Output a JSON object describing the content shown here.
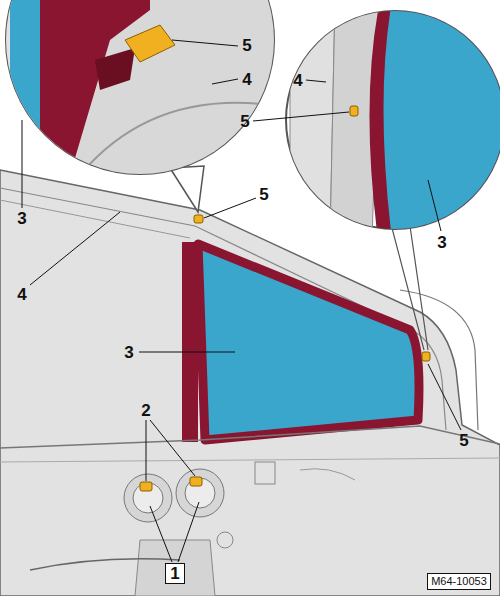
{
  "diagram": {
    "labels": [
      "5",
      "4",
      "3",
      "4",
      "5",
      "3",
      "5",
      "4",
      "3",
      "5",
      "2",
      "1",
      "M64-10053"
    ]
  }
}
